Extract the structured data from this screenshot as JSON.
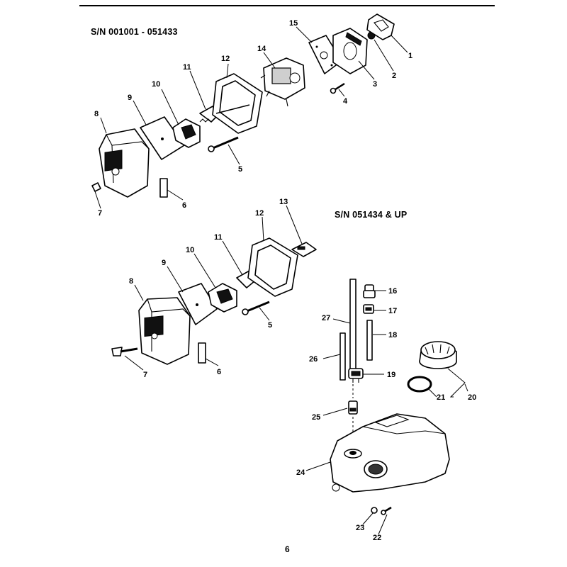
{
  "header": {
    "serial_top": "S/N  001001 - 051433",
    "serial_bottom": "S/N 051434 & UP"
  },
  "callouts": {
    "top": [
      "1",
      "2",
      "3",
      "4",
      "5",
      "6",
      "7",
      "8",
      "9",
      "10",
      "11",
      "12",
      "14",
      "15"
    ],
    "bottom_filter": [
      "5",
      "6",
      "7",
      "8",
      "9",
      "10",
      "11",
      "12",
      "13"
    ],
    "fuel": [
      "16",
      "17",
      "18",
      "19",
      "20",
      "21",
      "22",
      "23",
      "24",
      "25",
      "26",
      "27"
    ]
  },
  "footer": {
    "page_number": "6"
  }
}
